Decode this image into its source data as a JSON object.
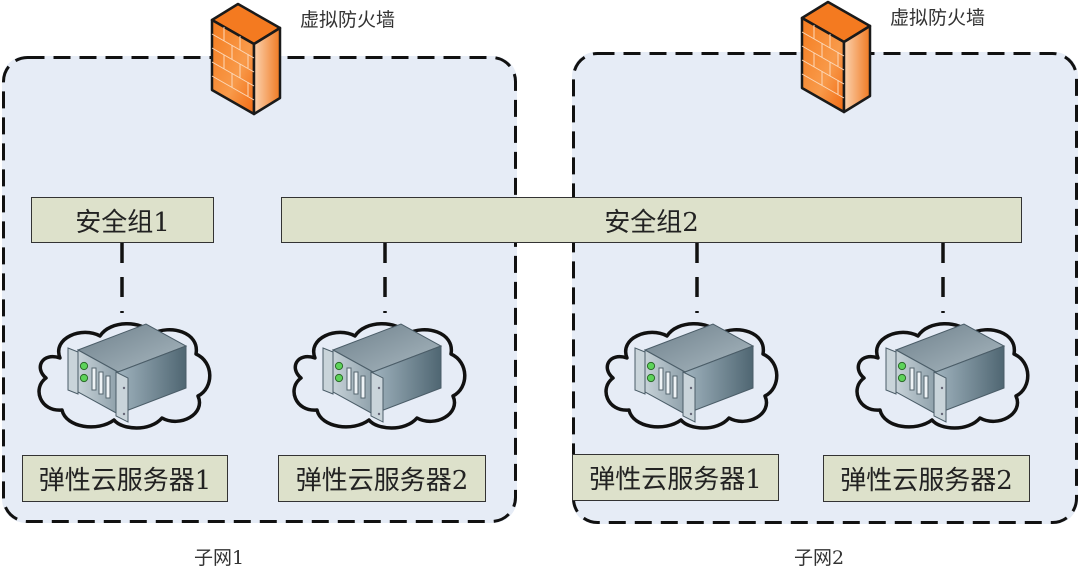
{
  "diagram": {
    "subnets": [
      {
        "label": "子网1",
        "firewall": {
          "label": "虚拟防火墙",
          "icon": "firewall-icon"
        },
        "servers": [
          {
            "label": "弹性云服务器1",
            "icon": "cloud-server-icon",
            "security_group": "安全组1"
          },
          {
            "label": "弹性云服务器2",
            "icon": "cloud-server-icon",
            "security_group": "安全组2"
          }
        ]
      },
      {
        "label": "子网2",
        "firewall": {
          "label": "虚拟防火墙",
          "icon": "firewall-icon"
        },
        "servers": [
          {
            "label": "弹性云服务器1",
            "icon": "cloud-server-icon",
            "security_group": "安全组2"
          },
          {
            "label": "弹性云服务器2",
            "icon": "cloud-server-icon",
            "security_group": "安全组2"
          }
        ]
      }
    ],
    "security_groups": [
      {
        "label": "安全组1"
      },
      {
        "label": "安全组2"
      }
    ],
    "colors": {
      "subnet_fill": "#e6ecf6",
      "label_fill": "#dde1cb",
      "firewall_orange": "#f47a20",
      "server_gray": "#8a9aa3"
    }
  }
}
